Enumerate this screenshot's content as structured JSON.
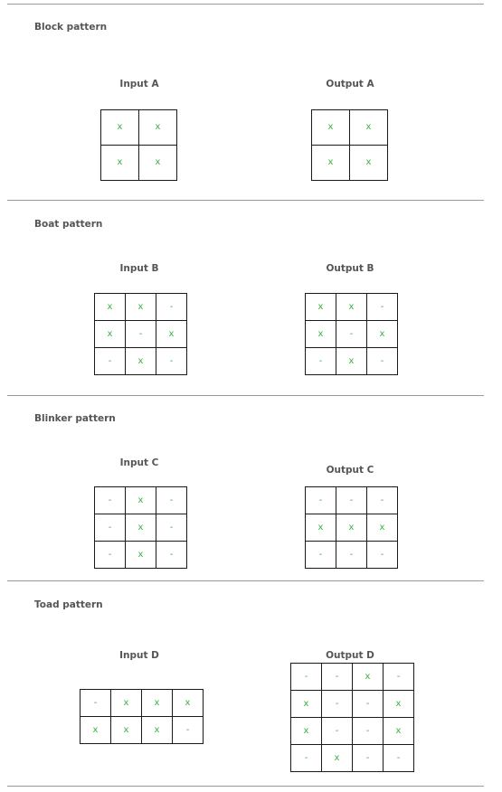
{
  "sections": [
    {
      "title": "Block pattern",
      "input": {
        "title": "Input A",
        "cells": [
          [
            "x",
            "x"
          ],
          [
            "x",
            "x"
          ]
        ]
      },
      "output": {
        "title": "Output A",
        "cells": [
          [
            "x",
            "x"
          ],
          [
            "x",
            "x"
          ]
        ]
      }
    },
    {
      "title": "Boat pattern",
      "input": {
        "title": "Input B",
        "cells": [
          [
            "x",
            "x",
            "-"
          ],
          [
            "x",
            "-",
            "x"
          ],
          [
            "-",
            "x",
            "-"
          ]
        ]
      },
      "output": {
        "title": "Output B",
        "cells": [
          [
            "x",
            "x",
            "-"
          ],
          [
            "x",
            "-",
            "x"
          ],
          [
            "-",
            "x",
            "-"
          ]
        ]
      }
    },
    {
      "title": "Blinker pattern",
      "input": {
        "title": "Input C",
        "cells": [
          [
            "-",
            "x",
            "-"
          ],
          [
            "-",
            "x",
            "-"
          ],
          [
            "-",
            "x",
            "-"
          ]
        ]
      },
      "output": {
        "title": "Output C",
        "cells": [
          [
            "-",
            "-",
            "-"
          ],
          [
            "x",
            "x",
            "x"
          ],
          [
            "-",
            "-",
            "-"
          ]
        ]
      }
    },
    {
      "title": "Toad pattern",
      "input": {
        "title": "Input D",
        "cells": [
          [
            "-",
            "x",
            "x",
            "x"
          ],
          [
            "x",
            "x",
            "x",
            "-"
          ]
        ]
      },
      "output": {
        "title": "Output D",
        "cells": [
          [
            "-",
            "-",
            "x",
            "-"
          ],
          [
            "x",
            "-",
            "-",
            "x"
          ],
          [
            "x",
            "-",
            "-",
            "x"
          ],
          [
            "-",
            "x",
            "-",
            "-"
          ]
        ]
      }
    }
  ],
  "colors": {
    "cell_text": "#3cb043",
    "grid_border": "#1a1a1a",
    "heading_text": "#555555",
    "rule": "#9a9a9a"
  }
}
